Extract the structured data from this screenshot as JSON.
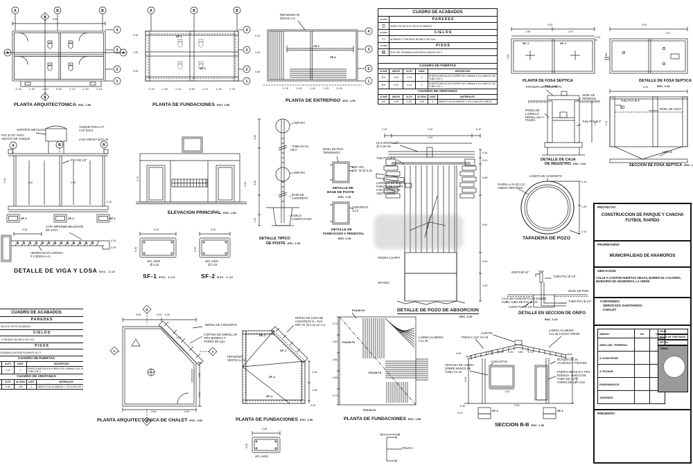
{
  "colors": {
    "line": "#1c1c1c",
    "grid_green": "#00a800",
    "water_blue": "#5b9bd5",
    "lime_green": "#86c100",
    "magenta": "#cc7fd4",
    "yellow": "#f2e24a",
    "stamp_gray": "#9a9a9a",
    "paper": "#ffffff"
  },
  "p1": {
    "title": "PLANTA ARQUITECTONICA",
    "esc": "ESC. 1:50",
    "bt": [
      "A",
      "B",
      "B"
    ],
    "br": [
      "4",
      "3",
      "2",
      "1"
    ],
    "bl": "A",
    "bs": "B",
    "total": "5.90",
    "dims": "0.15 1.90 0.10 3.80 0.10 1.90 0.15"
  },
  "p2": {
    "title": "PLANTA DE FUNDACIONES",
    "esc": "ESC. 1:50",
    "bt": [
      "A",
      "B",
      "B"
    ],
    "br": [
      "4",
      "3",
      "2",
      "1"
    ],
    "t1": "SF-1",
    "t2": "SF-2",
    "dl": [
      "0.40",
      "1.90",
      "0.90"
    ],
    "dims": "0.15 1.90 0.10 3.80 0.10 1.90 0.15"
  },
  "p3": {
    "title": "PLANTA DE ENTREPISO",
    "esc": "ESC. 1:50",
    "note1": "REFUERZO #3",
    "note2": "@20cm A.S.",
    "t1": "VE-1",
    "t2": "VE-1",
    "br": [
      "4",
      "3",
      "2",
      "1"
    ],
    "dl": [
      "0.40",
      "1.40",
      "0.80"
    ],
    "dims": "0.15 1.00 3.40 1.00 0.15"
  },
  "cuadro": {
    "title": "CUADRO DE ACABADOS",
    "clave": "CLAVE",
    "icons": {
      "paredes": "◫",
      "cielos": "▭",
      "pisos": "▤",
      "ventana": "◯"
    },
    "paredes": "PAREDES",
    "paredes_desc": "MURO DE BLOCK VISTO ACABADO",
    "cielos": "CIELOS",
    "cielos_desc": "AFINADO Y PINTADO BLANCO DE CAL",
    "pisos": "PISOS",
    "pisos_desc": "PISO DE CERAMICA ANTIDESLIZANTE NO 3",
    "puertas_title": "CUADRO DE PUERTAS",
    "h_clave": "CLAVE",
    "h_ancho": "ANCHO",
    "h_alto": "ALTO",
    "h_cant": "CANT.",
    "h_desc": "DESCRIPCION",
    "p1_clave": "P-1",
    "p1_ancho": "1.00",
    "p1_alto": "2.10",
    "p1_cant": "2",
    "p1_desc": "PUERTA METALICA FORRO DE LAMINA 1/16, MARCO DE TUBO DE 1\"",
    "p2_clave": "P-2",
    "p2_ancho": "0.90",
    "p2_alto": "2.10",
    "p2_cant": "2",
    "p2_desc": "PUERTA METALICA FORRO DE LAMINA 1/16, MARCO DE TUBO DE 1\"",
    "ventanas_title": "CUADRO DE VENTANAS",
    "h_altura": "ALTURA",
    "h_mat": "MATERIALES",
    "v_clave": "V-1",
    "v_ancho": "1.00",
    "v_alto": "0.40",
    "v_altura": "1.80",
    "v_cant": "4",
    "v_mat": "MARCO DE ALUMINIO Y CELOSIA DE VIDRIO"
  },
  "tr1": {
    "title": "PLANTA DE FOSA SEPTICA",
    "esc": "ESC. 1:20",
    "d1": "4.00",
    "d2": "1.90",
    "d3": "1.97",
    "d4": "0.15",
    "d5": "1.50",
    "t1": "SF.-1",
    "t2": "SF.-1"
  },
  "tr2": {
    "title": "DETALLE DE FOSA SEPTICA",
    "esc": "ESC. 1:20",
    "d1": "4.00",
    "d2": "1.50",
    "d3": "1.97"
  },
  "tr3": {
    "t": "DETALLE DE CAJA",
    "t2": "DE REGISTRO",
    "esc": "ESC. 1:20",
    "l1": "TAPADERA DE CONCRETO",
    "l2": "PARED DE LADRILLO REPELLADA Y PULIDA",
    "l3": "NIVEL DE TERRENO",
    "l4": "Tubo PVC Ø 4\"",
    "d1": "1.40"
  },
  "tr4": {
    "t": "SECCION DE FOSA SEPTICA",
    "esc": "ESC. 1:20",
    "l1": "Tubo PVC Ø 4\"",
    "l2": "NIVEL DE AGUA",
    "l3": "LODOS",
    "d1": "4.00",
    "d2": "1.10"
  },
  "saa": {
    "bt": [
      "A",
      "B",
      "B"
    ],
    "l1": "SOPORTE METALICO",
    "l2a": "PVC Ø 1/2\" PARA",
    "l2b": "ABASTO DE TANQUE",
    "l3a": "TANQUE PARA A.P.",
    "l3b": "CAP. 500 lt",
    "l4": "LOSA DENSA 5x10 cm",
    "l5": "PVC DE 1/2\"",
    "sf": "SF-1",
    "d1": "2.10",
    "d2": "1.40",
    "d3": "2.05",
    "d4": "0.20"
  },
  "elev": {
    "title": "ELEVACION PRINCIPAL",
    "esc": "ESC. 1:50",
    "d1": "2.70",
    "d2": "2.00"
  },
  "poste": {
    "t1": "DETALLE TIPICO",
    "t2": "DE POSTE",
    "esc": "ESC. 1:20",
    "l1": "LAMPARA",
    "l2a": "TUBO Ho.Go.",
    "l2b": "Ø 2\"",
    "l3": "LAMPARA",
    "l4a": "BASE DE",
    "l4b": "CONCRETO",
    "l5a": "SUELO",
    "l5b": "COMPACTADO",
    "d1": "3.00",
    "d2": "3.00",
    "d3": "1.20"
  },
  "det1": {
    "l0a": "NIVEL DE PISO",
    "l0b": "TERMINADO",
    "l1": "REF. 4#3",
    "l2": "EST. #2 @ 0.15",
    "c1": "DETALLE DE",
    "c2": "BASE DE POSTE",
    "esc": "ESC. 1:10"
  },
  "det2": {
    "l1a": "CONCRETO",
    "l1b": "1:2:2",
    "c1": "DETALLE DE",
    "c2": "FUNDACION Y PEDESTAL",
    "esc": "ESC. 1:10"
  },
  "viga": {
    "title": "DETALLE DE VIGA Y LOSA",
    "esc": "ESC. 1:10",
    "l1a": "CAPA IMPERMEABILIZANTE",
    "l1b": "DE LOSA",
    "l2a": "HIERRO BAJO CORONA",
    "l2b": "# 3 @20cm A.S.",
    "d1": "0.35",
    "d2": "0.15",
    "d3": "0.05"
  },
  "sf1": {
    "name": "SF-1",
    "esc": "ESC. 1:10",
    "bar": "4#3, est#2",
    "at": "@ 0.15",
    "d1": "0.40",
    "d2": "0.20"
  },
  "sf2": {
    "name": "SF-2",
    "esc": "ESC. 1:10",
    "bar": "4#3, est#2",
    "at": "@ 0.15",
    "d1": "0.30",
    "d2": "0.20"
  },
  "pozo": {
    "title": "DETALLE DE POZO DE ABSORCION",
    "esc": "ESC. 1:20",
    "l1a": "Ho ∆ GRAPA 1/4\"",
    "l1b": "@ 0.15 mts",
    "l2": "Tubo PVC Ø 4\"",
    "l3a": "LADRILLO DE BARRO",
    "l3b": "PUESTO DE CANTO",
    "l3c": "CON HUECOS DE",
    "l3d": "VENTILACION",
    "l4": "PIEDRA CUARTA",
    "l5": "GRANZA",
    "dt1": "0.10",
    "dt2": "1.40",
    "dt3": "1.00",
    "dt4": "0.10",
    "dr1": "0.34",
    "dr2": "0.20",
    "dr3": "0.88",
    "dr4": "8.00",
    "dr5": "0.50",
    "dr6": "1.00"
  },
  "tapa": {
    "title": "TAPADERA DE POZO",
    "l1": "LOSETA DE CONCRETO",
    "l2a": "PARRILLA #2 @ 0.10",
    "l2b": "AMBOS SENTIDOS",
    "d1": "0.10",
    "d2": "1.40",
    "d3": "0.10"
  },
  "grifo": {
    "title": "DETALLE EN SECCION DE GRIFO",
    "esc": "ESC. 1:10",
    "l1": "GRIFO Ø 1/2\"",
    "l2": "TUBO PVC Ø 1/2\"",
    "l3a": "CAJA DE CONCRETO DE DONDE",
    "l3b": "SUBE TUBO DE PVC Ø 1/2\"",
    "l4": "TUBO PVC Ø 1/2\"",
    "l5": "CODO PVC Ø 1/2\"",
    "l6": "NIVEL DE PISO"
  },
  "chalet": {
    "title": "PLANTA ARQUITECTONICA DE CHALET",
    "esc": "ESC. 1:50",
    "l1": "REPISA DE CONCRETO",
    "l2a": "CORTINA DE ENROLLAR",
    "l2b": "TIPO BODEGA Y",
    "l2c": "FORRO DE Lam",
    "ba": "B",
    "bb": "A",
    "bc": "B",
    "bd": "A",
    "d1": "3.00",
    "d2": "0.40",
    "d3": "0.40",
    "d4": "1.45",
    "d5": "1.00",
    "d6": "1.01",
    "d7": "3.00",
    "d8": "0.20"
  },
  "fch": {
    "title": "PLANTA DE FUNDACIONES",
    "esc": "ESC. 1:50",
    "l1a": "REPISA DE LOSA DE",
    "l1b": "CONCRETO E = 5cm",
    "l1c": "REF. #2 @ 0.10 cm A.S.",
    "l2a": "REFUERZO",
    "l2b": "VERTICAL #3",
    "t1": "SF.-1",
    "t2": "SF.-1",
    "t3": "SF.-1",
    "t4": "SF.-2",
    "d1": "1.03",
    "d2": "1.28",
    "d3": "0.25"
  },
  "roof": {
    "title": "PLANTA DE FUNDACIONES",
    "esc": "ESC. 1:50",
    "t1": "POLIN P4",
    "t2": "POLIN P4",
    "t3": "POLIN P4",
    "t4": "POLIN P4",
    "l5a": "LAMINA ALUMINIO",
    "l5b": "CAL 26",
    "dl": [
      "0.73",
      "0.80",
      "0.80",
      "0.80",
      "0.73"
    ]
  },
  "sbb": {
    "title": "SECCION B-B",
    "esc": "ESC. 1:50",
    "l1": "CAPOTE",
    "l2": "POLIN C 2x4\" CH 16",
    "l3a": "LAMINA ALUMINIO",
    "l3b": "CAL 26 COLOR VERDE",
    "l4": "CANALETAS",
    "l5a": "VENTANA DE LAMINA",
    "l5b": "SOBRE MARCO DE",
    "l5c": "TUBO CH 16",
    "l6a": "BLOQUE DE 15,",
    "l6b": "ACABADO Y PINTADO",
    "l7a": "PUERTA METALICA TIPO",
    "l7b": "BODEGA, MARCO DE",
    "l7c": "TUBO DE 1/2\" Y",
    "l7d": "FORRO DE Lam 1/16",
    "sf1": "SF-1",
    "sf2": "SF-1",
    "dr": "0.73 0.80 1.05 0.80 0.73",
    "d1": "0.84",
    "d2": "2.40",
    "d3": "1.20",
    "d4": "2.05",
    "d5": "3.60",
    "d6": "0.40",
    "d7": "0.20"
  },
  "bd1": {
    "bar": "4#3, est#2",
    "d1": "0.35",
    "d2": "0.20"
  },
  "bd2": {
    "l1": "POLIN C"
  },
  "tb": {
    "proy_l": "PROYECTO:",
    "proy1": "CONSTRUCCION DE PARQUE Y CANCHA",
    "proy2": "FUTBOL RAPIDO",
    "prop_l": "PROPIETARIO:",
    "prop": "MUNICIPALIDAD DE ANAMOROS",
    "ubi_l": "UBICACION:",
    "ubi1": "CALLE A CANTON HUERTAS VIEJAS, BARRIO EL CALVARIO,",
    "ubi2": "MUNICIPIO DE ANAMOROS, LA UNION",
    "cont_l": "CONTENIDO:",
    "cont1": "SERVICIOS SANITARIOS",
    "cont2": "CHALET",
    "areas_l": "AREAS:",
    "no_l": "No",
    "vo_l": "Vo",
    "rows": [
      "AREA DEL TERRENO:",
      "A CONSTRUIR",
      "A TECHAR",
      "ENGRAMADOS",
      "JARDINES"
    ],
    "hoja_l": "HOJA:",
    "esc_l": "ESCALAS:",
    "ind": "INDICADAS",
    "fecha_l": "FECHA:",
    "firma_l": "FIRMA:",
    "pres_l": "PRESENTA:"
  }
}
